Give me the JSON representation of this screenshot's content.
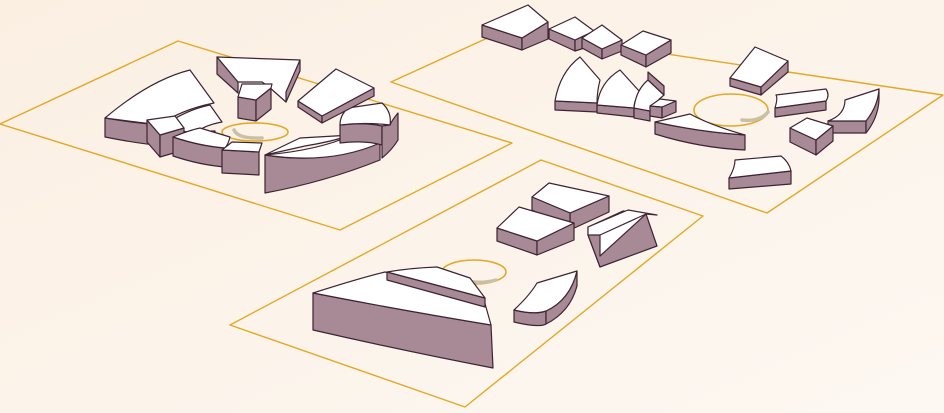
{
  "colors": {
    "background_start": "#fbefe2",
    "background_end": "#fdf8f2",
    "plate_stroke": "#e3a825",
    "ring_stroke": "#e3a825",
    "ring_shade": "#c9c0a6",
    "block_top": "#ffffff",
    "block_wall": "#a88996",
    "block_stroke": "#3e2433"
  },
  "figure": {
    "icon": "exploded-ring-segment-diagram",
    "plates": [
      {
        "name": "plate-left",
        "arrangement": "segments-clustered-around-ring"
      },
      {
        "name": "plate-right",
        "arrangement": "segments-scattered-around-ring"
      },
      {
        "name": "plate-bottom",
        "arrangement": "segments-separated-in-groups"
      }
    ]
  }
}
